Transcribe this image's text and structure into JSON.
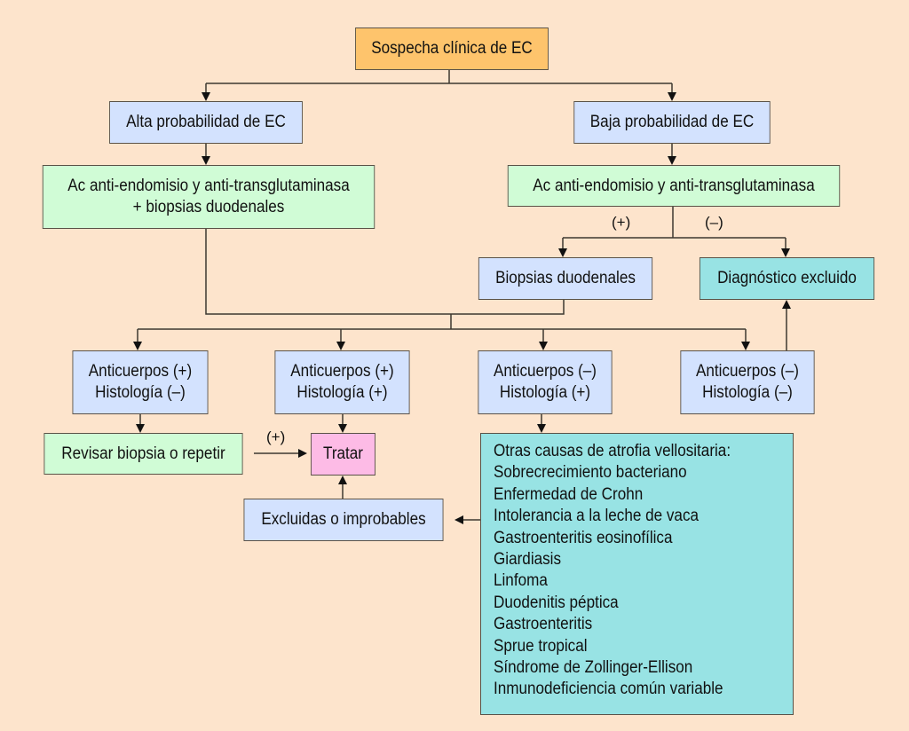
{
  "diagram": {
    "nodes": {
      "root": {
        "lines": [
          "Sospecha clínica de EC"
        ],
        "color": "#fec46c"
      },
      "alta": {
        "lines": [
          "Alta probabilidad de EC"
        ],
        "color": "#d3e2fe"
      },
      "baja": {
        "lines": [
          "Baja probabilidad de EC"
        ],
        "color": "#d3e2fe"
      },
      "ac_left": {
        "lines": [
          "Ac anti-endomisio y anti-transglutaminasa",
          "+ biopsias duodenales"
        ],
        "color": "#d0fcd6"
      },
      "ac_right": {
        "lines": [
          "Ac anti-endomisio y anti-transglutaminasa"
        ],
        "color": "#d0fcd6"
      },
      "biopsias": {
        "lines": [
          "Biopsias duodenales"
        ],
        "color": "#d3e2fe"
      },
      "excluido": {
        "lines": [
          "Diagnóstico excluido"
        ],
        "color": "#98e3e4"
      },
      "r1": {
        "lines": [
          "Anticuerpos (+)",
          "Histología (–)"
        ],
        "color": "#d3e2fe"
      },
      "r2": {
        "lines": [
          "Anticuerpos (+)",
          "Histología (+)"
        ],
        "color": "#d3e2fe"
      },
      "r3": {
        "lines": [
          "Anticuerpos (–)",
          "Histología (+)"
        ],
        "color": "#d3e2fe"
      },
      "r4": {
        "lines": [
          "Anticuerpos (–)",
          "Histología (–)"
        ],
        "color": "#d3e2fe"
      },
      "revisar": {
        "lines": [
          "Revisar biopsia o repetir"
        ],
        "color": "#d0fcd6"
      },
      "tratar": {
        "lines": [
          "Tratar"
        ],
        "color": "#fdbbe6"
      },
      "excluidas": {
        "lines": [
          "Excluidas o improbables"
        ],
        "color": "#d3e2fe"
      },
      "otras": {
        "lines": [
          "Otras causas de atrofia vellositaria:",
          "Sobrecrecimiento bacteriano",
          "Enfermedad de Crohn",
          "Intolerancia a la leche de vaca",
          "Gastroenteritis eosinofílica",
          "Giardiasis",
          "Linfoma",
          "Duodenitis péptica",
          "Gastroenteritis",
          "Sprue tropical",
          "Síndrome de Zollinger-Ellison",
          "Inmunodeficiencia común variable"
        ],
        "color": "#98e3e4"
      }
    },
    "edge_labels": {
      "pos": "(+)",
      "neg": "(–)",
      "revisar_pos": "(+)"
    },
    "edges": [
      {
        "from": "root",
        "to": "alta"
      },
      {
        "from": "root",
        "to": "baja"
      },
      {
        "from": "alta",
        "to": "ac_left"
      },
      {
        "from": "baja",
        "to": "ac_right"
      },
      {
        "from": "ac_right",
        "to": "biopsias",
        "label": "(+)"
      },
      {
        "from": "ac_right",
        "to": "excluido",
        "label": "(–)"
      },
      {
        "from": "ac_left",
        "to": "r1"
      },
      {
        "from": "ac_left",
        "to": "r2"
      },
      {
        "from": "ac_left",
        "to": "r3"
      },
      {
        "from": "ac_left",
        "to": "r4"
      },
      {
        "from": "biopsias",
        "to": "r1"
      },
      {
        "from": "biopsias",
        "to": "r2"
      },
      {
        "from": "biopsias",
        "to": "r3"
      },
      {
        "from": "biopsias",
        "to": "r4"
      },
      {
        "from": "r4",
        "to": "excluido"
      },
      {
        "from": "r1",
        "to": "revisar"
      },
      {
        "from": "revisar",
        "to": "tratar",
        "label": "(+)"
      },
      {
        "from": "r2",
        "to": "tratar"
      },
      {
        "from": "r3",
        "to": "otras"
      },
      {
        "from": "otras",
        "to": "excluidas"
      },
      {
        "from": "excluidas",
        "to": "tratar"
      }
    ]
  }
}
